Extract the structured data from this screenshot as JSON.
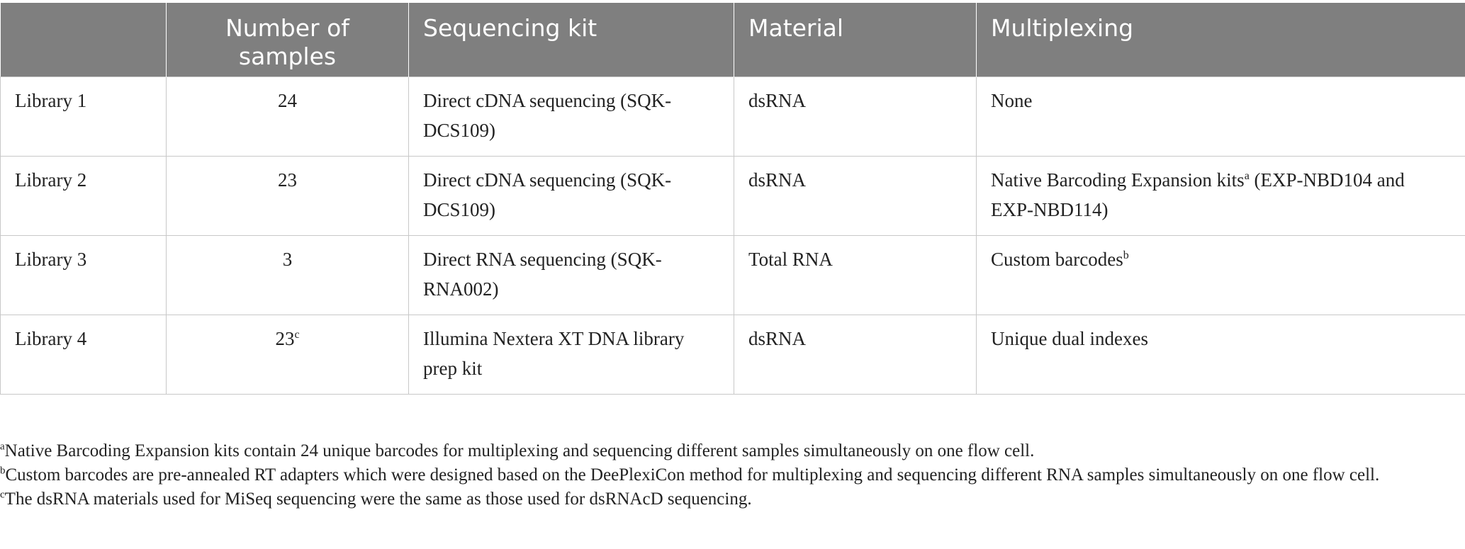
{
  "table": {
    "headers": [
      "",
      "Number of samples",
      "Sequencing kit",
      "Material",
      "Multiplexing"
    ],
    "rows": [
      {
        "library": "Library 1",
        "samples": "24",
        "samples_sup": "",
        "kit": "Direct cDNA sequencing (SQK-DCS109)",
        "material": "dsRNA",
        "multiplexing": "None",
        "multiplexing_sup": "",
        "multiplexing_tail": ""
      },
      {
        "library": "Library 2",
        "samples": "23",
        "samples_sup": "",
        "kit": "Direct cDNA sequencing (SQK-DCS109)",
        "material": "dsRNA",
        "multiplexing": "Native Barcoding Expansion kits",
        "multiplexing_sup": "a",
        "multiplexing_tail": " (EXP-NBD104 and EXP-NBD114)"
      },
      {
        "library": "Library 3",
        "samples": "3",
        "samples_sup": "",
        "kit": "Direct RNA sequencing (SQK-RNA002)",
        "material": "Total RNA",
        "multiplexing": "Custom barcodes",
        "multiplexing_sup": "b",
        "multiplexing_tail": ""
      },
      {
        "library": "Library 4",
        "samples": "23",
        "samples_sup": "c",
        "kit": "Illumina Nextera XT DNA library prep kit",
        "material": "dsRNA",
        "multiplexing": "Unique dual indexes",
        "multiplexing_sup": "",
        "multiplexing_tail": ""
      }
    ]
  },
  "footnotes": [
    {
      "mark": "a",
      "text": "Native Barcoding Expansion kits contain 24 unique barcodes for multiplexing and sequencing different samples simultaneously on one flow cell."
    },
    {
      "mark": "b",
      "text": "Custom barcodes are pre-annealed RT adapters which were designed based on the DeePlexiCon method for multiplexing and sequencing different RNA samples simultaneously on one flow cell."
    },
    {
      "mark": "c",
      "text": "The dsRNA materials used for MiSeq sequencing were the same as those used for dsRNAcD sequencing."
    }
  ],
  "colors": {
    "header_bg": "#7f7f7f",
    "header_text": "#ffffff",
    "grid": "#c8c8c8",
    "body_text": "#222222"
  }
}
